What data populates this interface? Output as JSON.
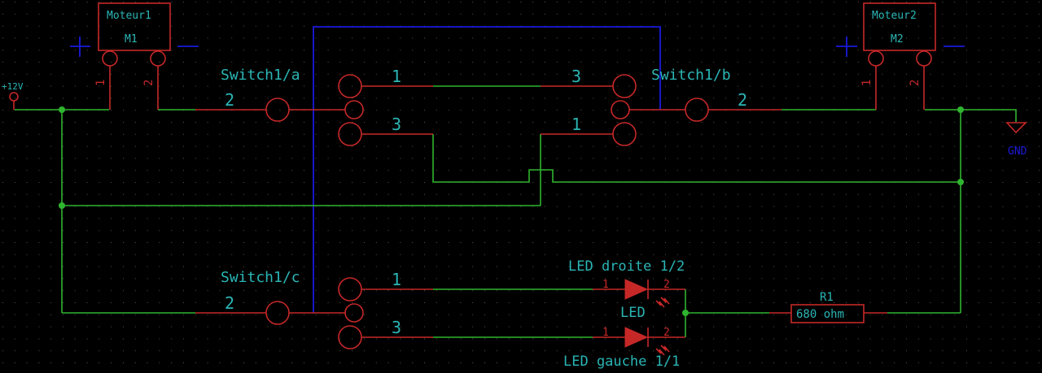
{
  "schematic": {
    "power": {
      "vcc_label": "+12V",
      "gnd_label": "GND"
    },
    "motors": [
      {
        "name": "Moteur1",
        "ref": "M1",
        "pin1": "1",
        "pin2": "2",
        "plus": "+",
        "minus": "−"
      },
      {
        "name": "Moteur2",
        "ref": "M2",
        "pin1": "1",
        "pin2": "2",
        "plus": "+",
        "minus": "−"
      }
    ],
    "switches": [
      {
        "name": "Switch1/a",
        "common_pin": "2",
        "pin_top": "1",
        "pin_bottom": "3"
      },
      {
        "name": "Switch1/b",
        "common_pin": "2",
        "pin_top": "3",
        "pin_bottom": "1"
      },
      {
        "name": "Switch1/c",
        "common_pin": "2",
        "pin_top": "1",
        "pin_bottom": "3"
      }
    ],
    "leds": [
      {
        "name": "LED droite 1/2",
        "pin1": "1",
        "pin2": "2"
      },
      {
        "name": "LED gauche 1/1",
        "pin1": "1",
        "pin2": "2"
      }
    ],
    "led_value": "LED",
    "resistor": {
      "ref": "R1",
      "value": "680 ohm"
    }
  }
}
